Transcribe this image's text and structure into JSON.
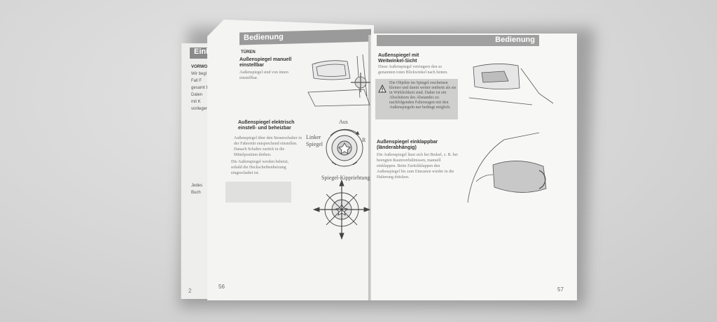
{
  "previous_page": {
    "header": "Einl",
    "subheading": "VORWO",
    "fragments": [
      "Wir begl",
      "Fall F",
      "gesamt E",
      "Daten",
      "mit K",
      "vorliegen",
      "Jedes",
      "Buch"
    ],
    "page_number": "2"
  },
  "left_page": {
    "header": "Bedienung",
    "section": "TÜREN",
    "manual_title": "Außenspiegel manuell einstellbar",
    "manual_body": "Außenspiegel sind von innen einstellbar.",
    "electric_title": "Außenspiegel elektrisch einstell- und beheizbar",
    "electric_body": "Außenspiegel über den Steuerschalter in der Fahrertür entsprechend einstellen. Danach Schalter zurück in die Mittelposition drehen.",
    "heated_body": "Die Außenspiegel werden beheizt, sobald die Heckscheibenheizung eingeschaltet ist.",
    "label_off": "Aus",
    "label_left": "Linker Spiegel",
    "label_right": "R",
    "label_tilt": "Spiegel-Kippriehtung",
    "page_number": "56"
  },
  "right_page": {
    "header": "Bedienung",
    "wide_title": "Außenspiegel mit Weitwinkel-Sicht",
    "wide_body": "Diese Außenspiegel verringern den so genannten toten Blickwinkel nach hinten.",
    "warning": "Die Objekte im Spiegel erscheinen kleiner und damit weiter entfernt als sie in Wirklichkeit sind. Daher ist ein Abschätzen des Abstandes zu nachfolgenden Fahrzeugen mit den Außenspiegeln nur bedingt möglich.",
    "fold_title": "Außenspiegel einklappbar (länderabhängig)",
    "fold_body": "Die Außenspiegel lässt sich bei Bedarf, z. B. bei beengten Raumverhältnissen, manuell einklappen. Beim Zurückklappen den Außenspiegel bis zum Einrasten wieder in die Halterung drücken.",
    "page_number": "57"
  }
}
